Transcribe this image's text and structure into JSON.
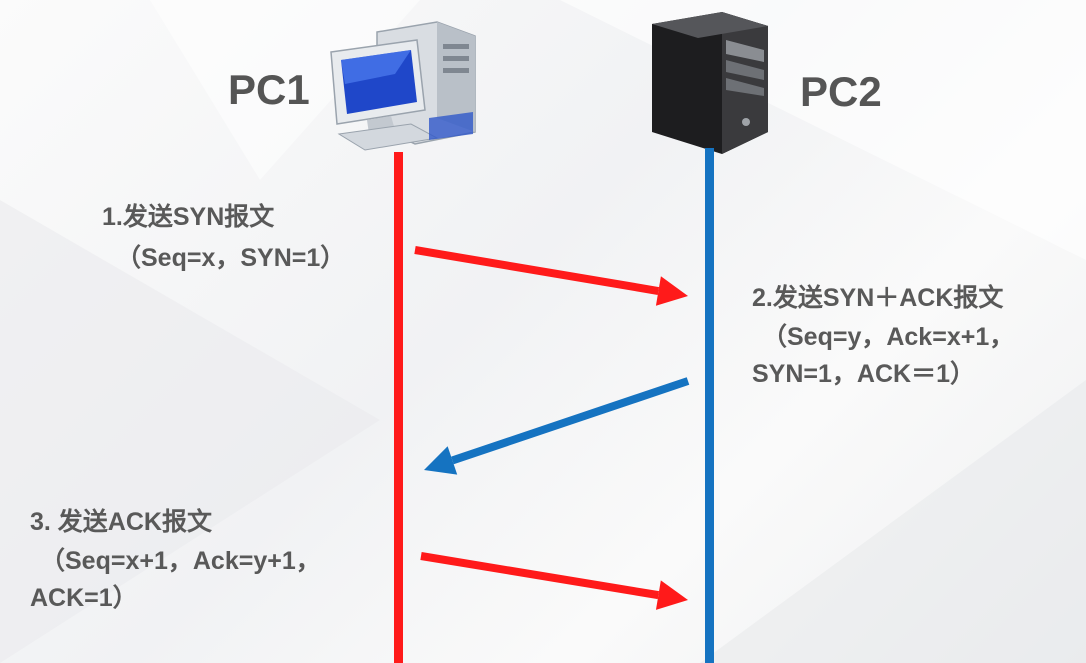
{
  "participants": {
    "pc1": {
      "name": "PC1",
      "icon": "desktop-computer-icon",
      "color": "#ff1a1a"
    },
    "pc2": {
      "name": "PC2",
      "icon": "server-tower-icon",
      "color": "#1573c1"
    }
  },
  "steps": [
    {
      "id": "step1",
      "from": "pc1",
      "to": "pc2",
      "color": "#ff1a1a",
      "lines": [
        "1.发送SYN报文",
        "（Seq=x，SYN=1）"
      ]
    },
    {
      "id": "step2",
      "from": "pc2",
      "to": "pc1",
      "color": "#1573c1",
      "lines": [
        "2.发送SYN＋ACK报文",
        "（Seq=y，Ack=x+1，",
        "SYN=1，ACK＝1）"
      ]
    },
    {
      "id": "step3",
      "from": "pc1",
      "to": "pc2",
      "color": "#ff1a1a",
      "lines": [
        "3. 发送ACK报文",
        "（Seq=x+1，Ack=y+1，",
        "ACK=1）"
      ]
    }
  ]
}
